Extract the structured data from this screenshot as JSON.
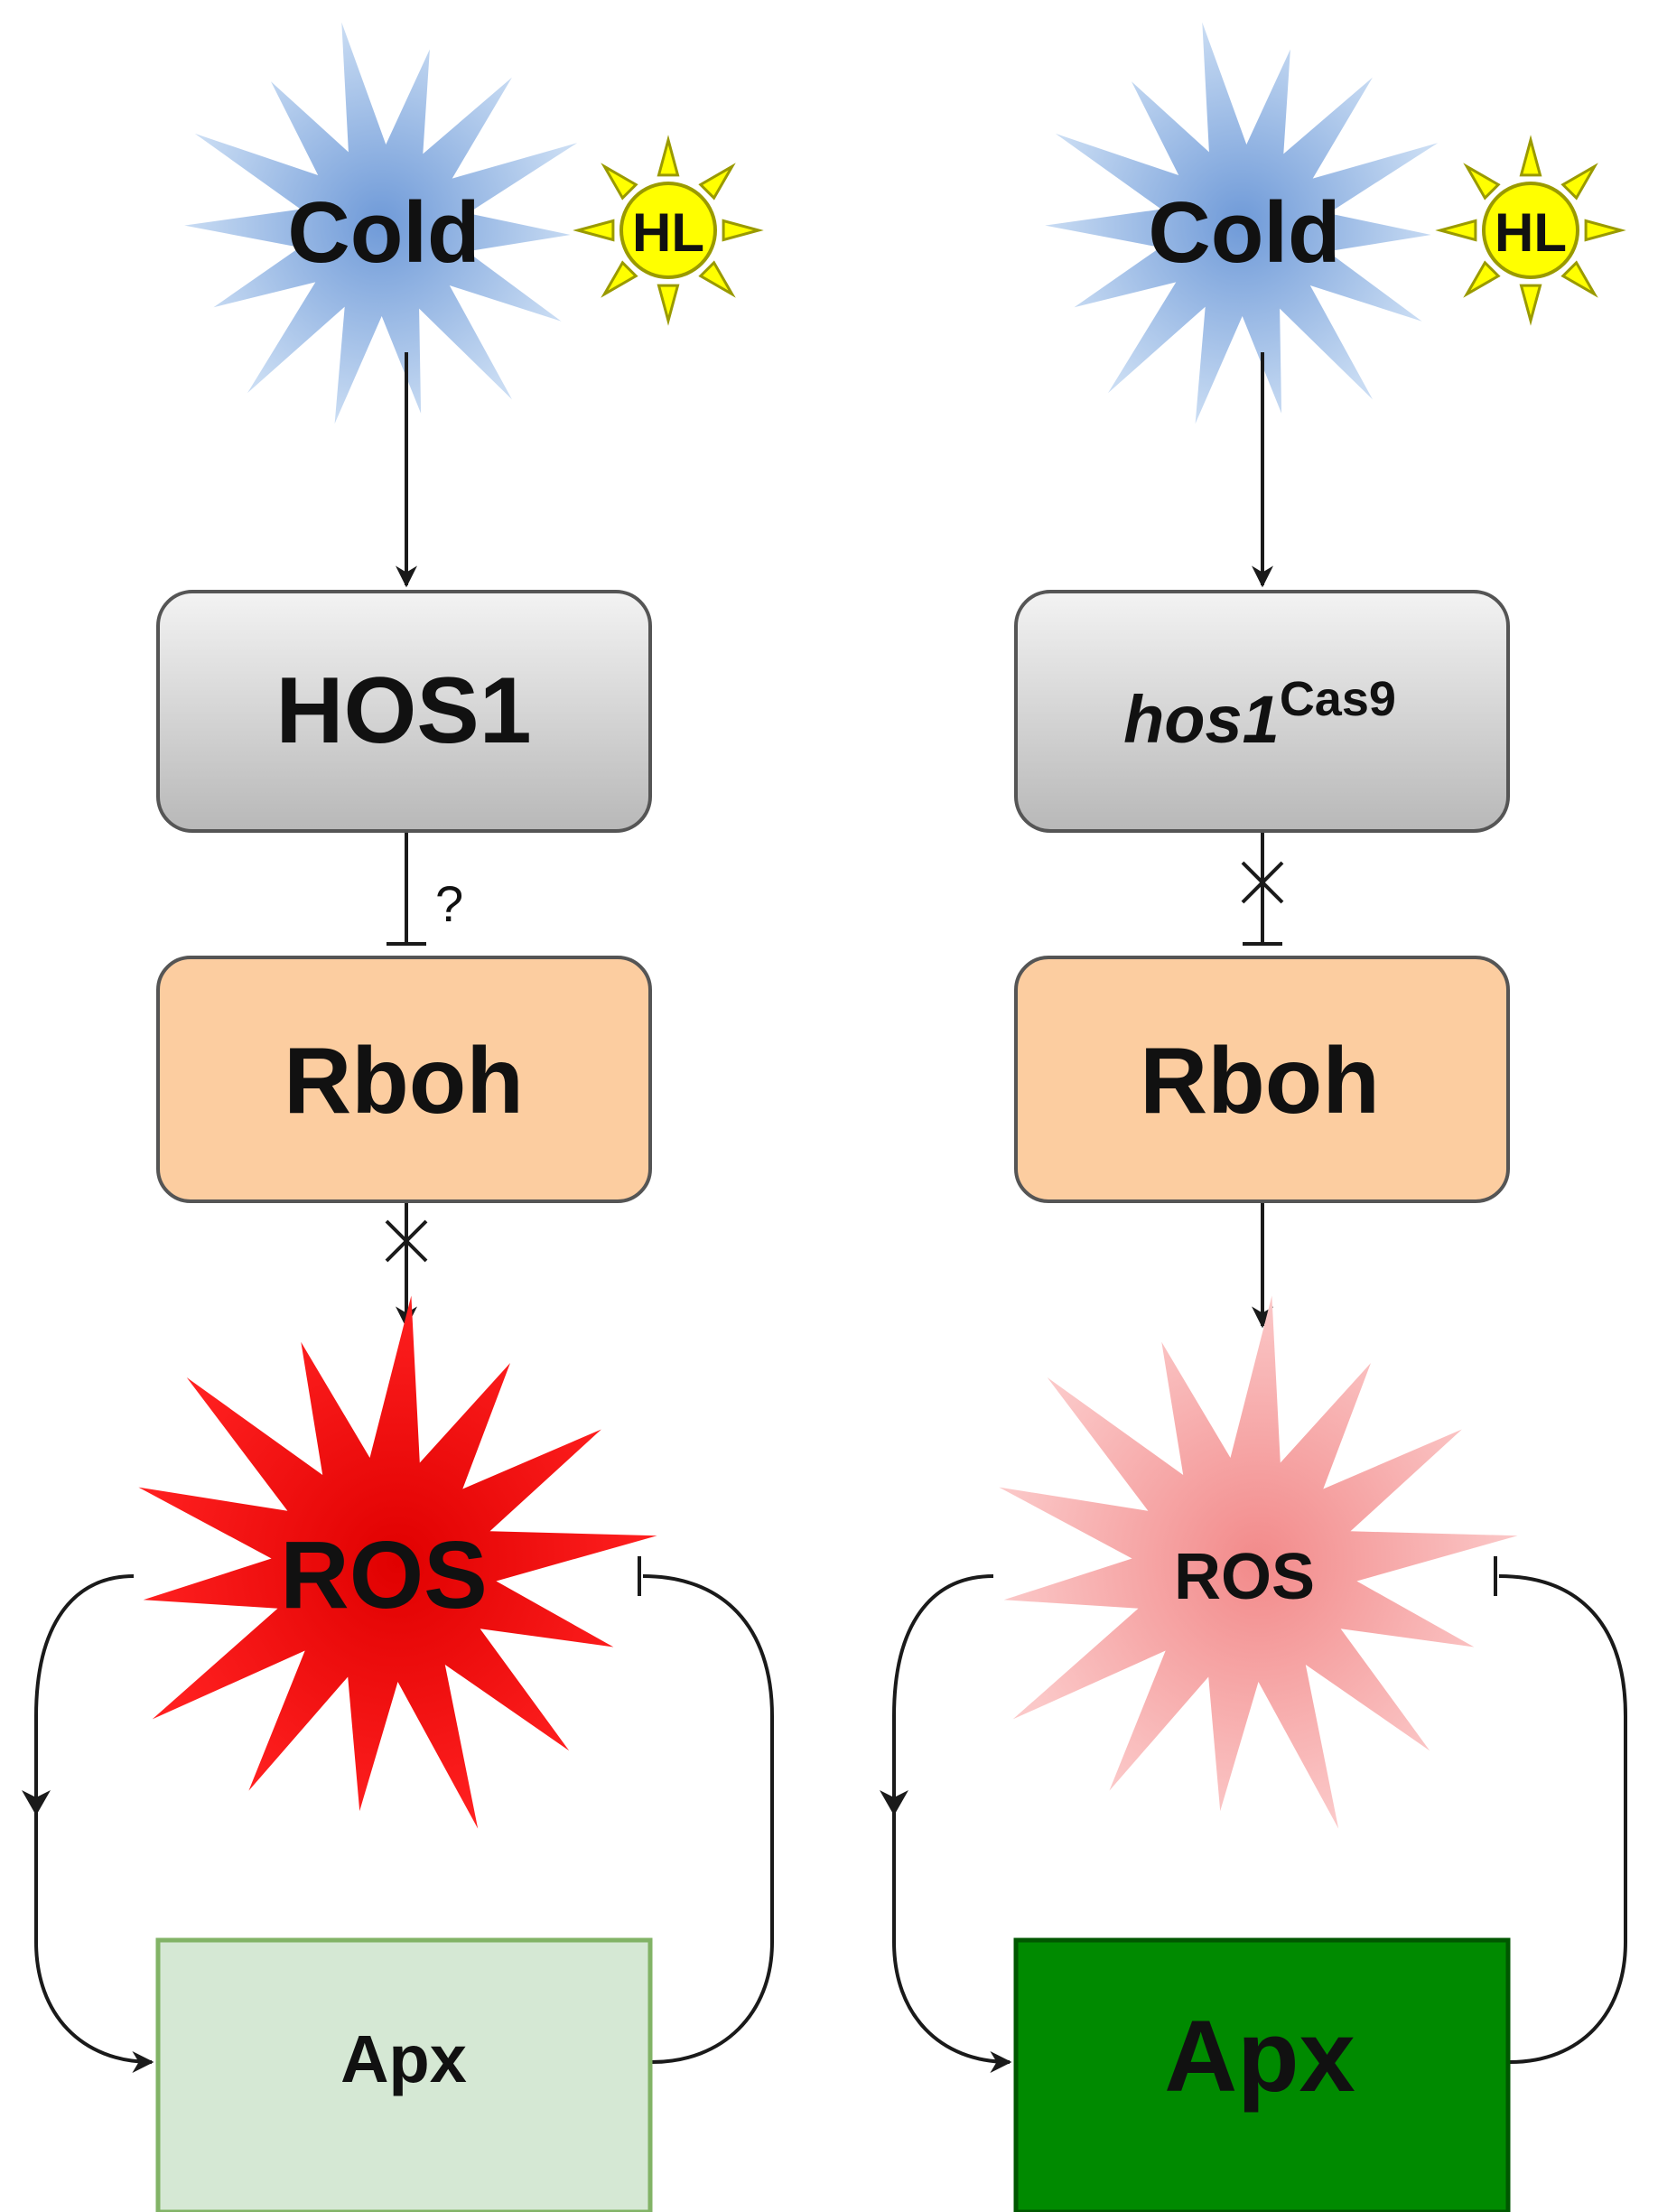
{
  "left_panel": {
    "stimulus_label": "Cold",
    "light_label": "HL",
    "regulator_label": "HOS1",
    "regulator_superscript": "",
    "uncertain_mark": "?",
    "oxidase_label": "Rboh",
    "ros_label": "ROS",
    "scavenger_label": "Apx"
  },
  "right_panel": {
    "stimulus_label": "Cold",
    "light_label": "HL",
    "regulator_label": "hos1",
    "regulator_superscript": "Cas9",
    "oxidase_label": "Rboh",
    "ros_label": "ROS",
    "scavenger_label": "Apx"
  },
  "colors": {
    "cold_burst": "#7fa8df",
    "sun_fill": "#ffff00",
    "sun_stroke": "#9a9a00",
    "regulator_box": "#d9d9d9",
    "rboh_box": "#fccda0",
    "ros_left": "#ee0000",
    "ros_right": "#f4a0a0",
    "apx_left": "#d5e8d4",
    "apx_left_border": "#82b366",
    "apx_right": "#008a00",
    "apx_right_border": "#005700"
  }
}
